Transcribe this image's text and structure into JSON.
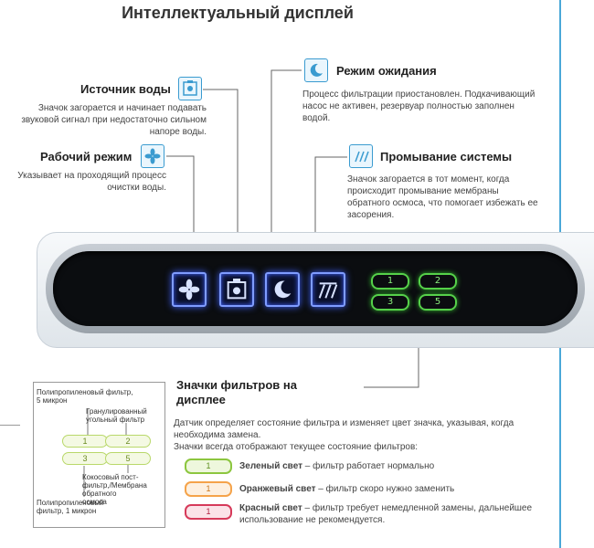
{
  "title": "Интеллектуальный дисплей",
  "water_source": {
    "heading": "Источник воды",
    "desc": [
      "Значок загорается и начинает подавать",
      "звуковой сигнал при недостаточно сильном",
      "напоре воды."
    ]
  },
  "work_mode": {
    "heading": "Рабочий режим",
    "desc": [
      "Указывает на проходящий процесс",
      "очистки воды."
    ]
  },
  "standby": {
    "heading": "Режим ожидания",
    "desc": [
      "Процесс фильтрации приостановлен. Подкачивающий",
      "насос не активен, резервуар полностью заполнен",
      "водой."
    ]
  },
  "flush": {
    "heading": "Промывание системы",
    "desc": [
      "Значок загорается в тот момент, когда",
      "происходит промывание мембраны",
      "обратного осмоса, что помогает избежать ее",
      "засорения."
    ]
  },
  "panel_filters": [
    "1",
    "2",
    "3",
    "5"
  ],
  "filter_icons": {
    "heading": [
      "Значки фильтров на",
      "дисплее"
    ],
    "desc": [
      "Датчик определяет состояние фильтра и изменяет цвет значка, указывая, когда",
      "необходима замена.",
      "Значки всегда отображают текущее состояние фильтров:"
    ]
  },
  "legend": {
    "pp5": [
      "Полипропиленовый фильтр,",
      "5 микрон"
    ],
    "carbon": [
      "Гранулированный",
      "угольный фильтр"
    ],
    "coconut": [
      "Кокосовый пост-",
      "фильтр,/Мембрана",
      "обратного",
      "осмоса"
    ],
    "pp1": [
      "Полипропиленовый",
      "фильтр, 1 микрон"
    ],
    "pills": [
      "1",
      "2",
      "3",
      "5"
    ]
  },
  "states": [
    {
      "num": "1",
      "bold": "Зеленый свет",
      "rest": " – фильтр работает нормально",
      "rest2": "",
      "border": "#8cc63f",
      "bg": "#eef7dd",
      "color": "#5f8f1f"
    },
    {
      "num": "1",
      "bold": "Оранжевый свет",
      "rest": " – фильтр скоро нужно заменить",
      "rest2": "",
      "border": "#f5a34a",
      "bg": "#fdf0e0",
      "color": "#c8741a"
    },
    {
      "num": "1",
      "bold": "Красный свет",
      "rest": " – фильтр требует немедленной замены, дальнейшее",
      "rest2": "использование не рекомендуется.",
      "border": "#d63a5a",
      "bg": "#fbe3e8",
      "color": "#b02040"
    }
  ],
  "colors": {
    "accent": "#3a9bd0",
    "panel_blue": "#7f9cff",
    "panel_green": "#56d14a"
  },
  "icons": [
    "fan-icon",
    "water-tank-icon",
    "moon-star-icon",
    "flush-icon"
  ]
}
